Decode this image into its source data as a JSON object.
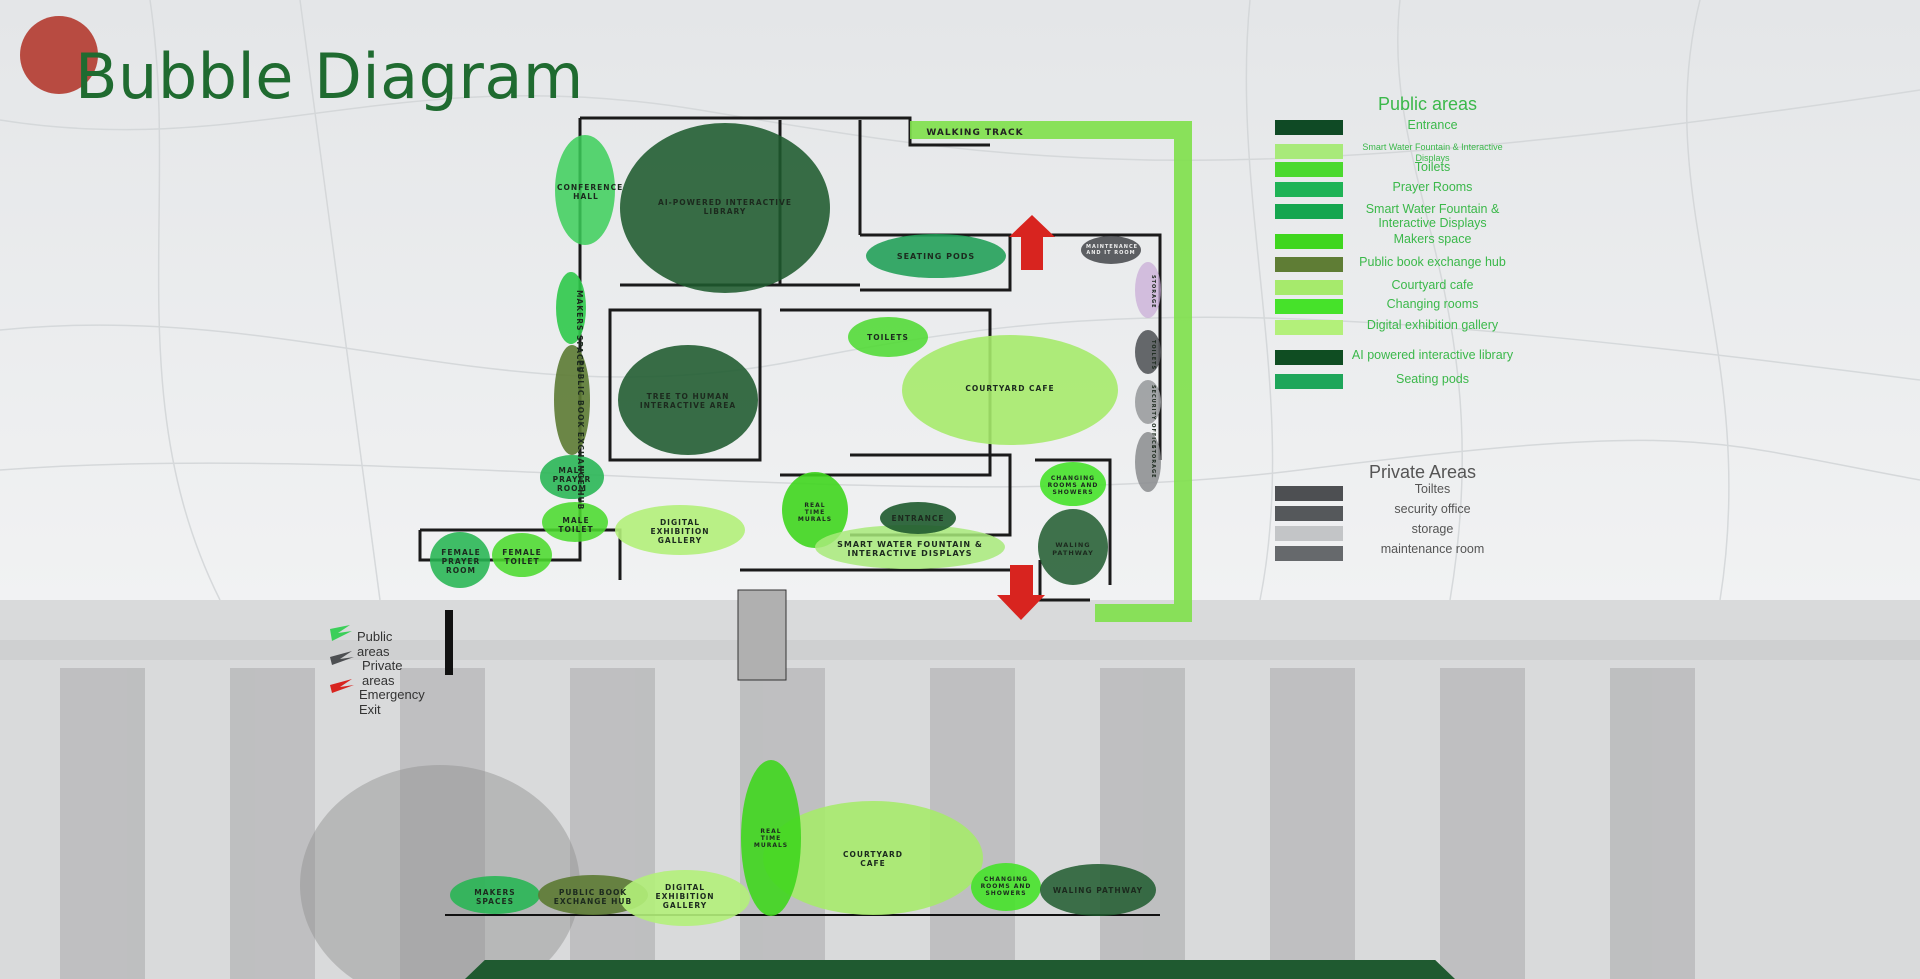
{
  "title": "Bubble Diagram",
  "colors": {
    "title": "#1f6b30",
    "title_dot": "#b23a2f",
    "walking_track": "#7ee04a",
    "emergency_exit": "#d8241f",
    "legend_public_heading": "#3bb84a",
    "legend_private_heading": "#555555"
  },
  "plan_labels": {
    "walking_track": "WALKING TRACK",
    "conference_hall": "CONFERENCE HALL",
    "ai_library": "AI-POWERED INTERACTIVE LIBRARY",
    "seating_pods": "SEATING PODS",
    "makers_spaces": "MAKERS SPACES",
    "public_book_exchange": "PUBLIC BOOK EXCHANGE HUB",
    "tree_to_human": "TREE TO HUMAN INTERACTIVE AREA",
    "toilets": "TOILETS",
    "courtyard_cafe": "COURTYARD CAFE",
    "male_prayer_room": "MALE PRAYER ROOM",
    "male_toilet": "MALE TOILET",
    "female_prayer_room": "FEMALE PRAYER ROOM",
    "female_toilet": "FEMALE TOILET",
    "digital_exhibition": "DIGITAL EXHIBITION GALLERY",
    "real_time_murals": "REAL TIME MURALS",
    "entrance": "ENTRANCE",
    "smart_water": "SMART WATER FOUNTAIN & INTERACTIVE DISPLAYS",
    "changing_rooms": "CHANGING ROOMS AND SHOWERS",
    "walking_pathway": "WALING PATHWAY",
    "maintenance": "MAINTENANCE AND IT ROOM",
    "storage": "STORAGE",
    "security_office": "SECURITY OFFICE",
    "toilets_private": "TOILETS"
  },
  "section_labels": {
    "makers_spaces": "MAKERS SPACES",
    "public_book_exchange": "PUBLIC BOOK EXCHANGE HUB",
    "digital_exhibition": "DIGITAL EXHIBITION GALLERY",
    "real_time_murals": "REAL TIME MURALS",
    "courtyard_cafe": "COURTYARD CAFE",
    "changing_rooms": "CHANGING ROOMS AND SHOWERS",
    "walking_pathway": "WALING PATHWAY"
  },
  "key": {
    "public": "Public areas",
    "private": "Private areas",
    "emergency": "Emergency Exit"
  },
  "legend_public": {
    "heading": "Public areas",
    "items": [
      {
        "label": "Entrance",
        "color": "#0f4a25"
      },
      {
        "label": "Smart Water Fountain & Interactive Displays",
        "color": "#a8ea7a"
      },
      {
        "label": "Toilets",
        "color": "#4bd92e"
      },
      {
        "label": "Prayer Rooms",
        "color": "#1fb356"
      },
      {
        "label": "Smart Water Fountain & Interactive Displays",
        "color": "#15a64f"
      },
      {
        "label": "Makers space",
        "color": "#3fd61e"
      },
      {
        "label": "Public book exchange hub",
        "color": "#5f7d35"
      },
      {
        "label": "Courtyard cafe",
        "color": "#a6ea6c"
      },
      {
        "label": "Changing rooms",
        "color": "#46e22a"
      },
      {
        "label": "Digital exhibition gallery",
        "color": "#b3f07a"
      },
      {
        "label": "AI powered interactive library",
        "color": "#0f4d22"
      },
      {
        "label": "Seating pods",
        "color": "#1ea65a"
      }
    ]
  },
  "legend_private": {
    "heading": "Private Areas",
    "items": [
      {
        "label": "Toiltes",
        "color": "#4d4f52"
      },
      {
        "label": "security office",
        "color": "#55585b"
      },
      {
        "label": "storage",
        "color": "#c3c5c7"
      },
      {
        "label": "maintenance room",
        "color": "#66696c"
      }
    ]
  }
}
